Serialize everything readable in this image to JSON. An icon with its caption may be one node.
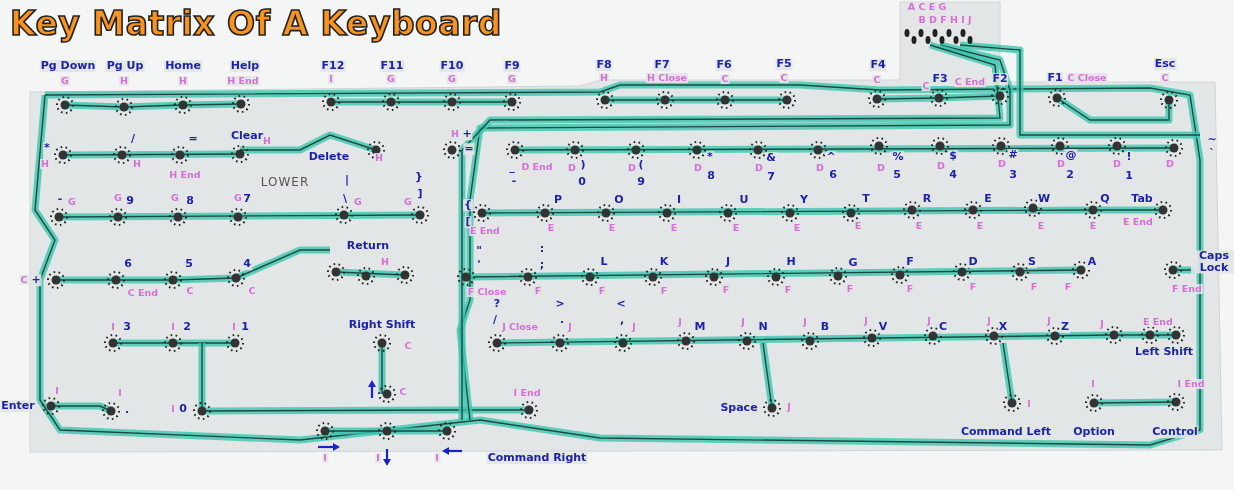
{
  "diagram": {
    "title": "Key Matrix Of A Keyboard",
    "labels": [
      "A C E G",
      "B D F H I J",
      "Pg Down",
      "Pg Up",
      "Home",
      "Help",
      "F12",
      "F11",
      "F10",
      "F9",
      "F8",
      "F7",
      "F6",
      "F5",
      "F4",
      "Esc",
      "G",
      "H",
      "H",
      "H End",
      "I",
      "G",
      "G",
      "G",
      "H",
      "H Close",
      "C",
      "C",
      "C",
      "C",
      "F3",
      "C End",
      "F2",
      "F1",
      "C Close",
      "C",
      "/",
      "=",
      "Clear",
      "H",
      "H",
      "+",
      "~",
      "*",
      "Delete",
      "H",
      "=",
      "*",
      "&",
      "^",
      "%",
      "$",
      "#",
      "@",
      "!",
      "`",
      "H",
      "H",
      "_",
      "D End",
      "D",
      ")",
      "D",
      "(",
      "D",
      "D",
      "D",
      "D",
      "D",
      "D",
      "D",
      "D",
      "D",
      "H End",
      "LOWER",
      "|",
      "}",
      "-",
      "0",
      "9",
      "8",
      "7",
      "6",
      "5",
      "4",
      "3",
      "2",
      "1",
      "-",
      "G",
      "G",
      "9",
      "G",
      "8",
      "G",
      "7",
      "\\",
      "G",
      "G",
      "]",
      "{",
      "P",
      "O",
      "I",
      "U",
      "Y",
      "T",
      "R",
      "E",
      "W",
      "Q",
      "Tab",
      "[",
      "E End",
      "E",
      "E",
      "E",
      "E",
      "E",
      "E",
      "E",
      "E",
      "E",
      "E",
      "E End",
      "Return",
      "\"",
      ":",
      "6",
      "5",
      "4",
      "H",
      "'",
      ";",
      "L",
      "K",
      "J",
      "H",
      "G",
      "F",
      "D",
      "S",
      "A",
      "Caps Lock",
      "C",
      "+",
      "C End",
      "C",
      "C",
      "F Close",
      "F",
      "F",
      "F",
      "F",
      "F",
      "F",
      "F",
      "F",
      "F",
      "F",
      "F End",
      "?",
      ">",
      "<",
      "I",
      "3",
      "I",
      "2",
      "I",
      "1",
      "Right Shift",
      "/",
      "J Close",
      ".",
      "J",
      ",",
      "J",
      "J",
      "M",
      "J",
      "N",
      "J",
      "B",
      "J",
      "V",
      "J",
      "C",
      "J",
      "X",
      "J",
      "Z",
      "J",
      "E End",
      "C",
      "Left Shift",
      "I",
      "I",
      "C",
      "I End",
      "I",
      "I End",
      "Enter",
      ".",
      "I",
      "0",
      "Space",
      "J",
      "I",
      "Command Left",
      "Option",
      "Control",
      "I",
      "I",
      "I",
      "Command Right"
    ]
  }
}
